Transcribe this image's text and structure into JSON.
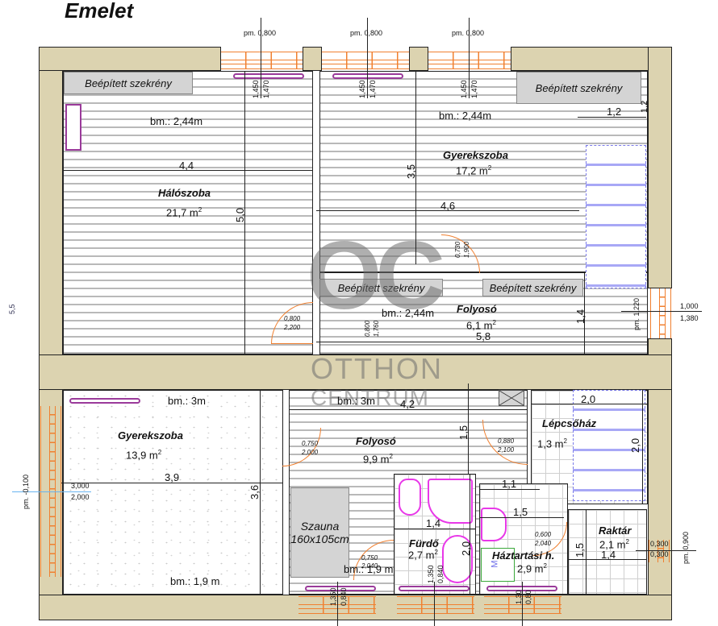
{
  "title": "Emelet",
  "rooms": [
    {
      "id": "haloszoba",
      "name": "Hálószoba",
      "area": "21,7 m",
      "area_unit_sup": "2",
      "wardrobe": "Beépített szekrény",
      "ceiling": "bm.: 2,44m",
      "width_dim": "4,4",
      "height_dim": "5,0"
    },
    {
      "id": "gyerekszoba1",
      "name": "Gyerekszoba",
      "area": "17,2 m",
      "area_unit_sup": "2",
      "wardrobe": "Beépített szekrény",
      "ceiling": "bm.: 2,44m",
      "width_dim": "4,6",
      "height_dim": "3,5",
      "closet_dim_w": "1,2",
      "closet_dim_h": "1,2"
    },
    {
      "id": "folyoso1",
      "name": "Folyosó",
      "area": "6,1 m",
      "area_unit_sup": "2",
      "wardrobe_left": "Beépített szekrény",
      "wardrobe_right": "Beépített szekrény",
      "ceiling": "bm.: 2,44m",
      "width_dim": "5,8",
      "height_dim": "1,4"
    },
    {
      "id": "gyerekszoba2",
      "name": "Gyerekszoba",
      "area": "13,9 m",
      "area_unit_sup": "2",
      "ceiling": "bm.: 3m",
      "ceiling_bottom": "bm.: 1,9 m",
      "width_dim": "3,9",
      "height_dim": "3,6"
    },
    {
      "id": "folyoso2",
      "name": "Folyosó",
      "area": "9,9 m",
      "area_unit_sup": "2",
      "ceiling": "bm.: 3m",
      "width_dim": "4,2",
      "height_dim": "1,5"
    },
    {
      "id": "lepcsohaz",
      "name": "Lépcsőház",
      "area": "1,3 m",
      "area_unit_sup": "2",
      "width_dim": "2,0",
      "height_dim": "2,0"
    },
    {
      "id": "szauna",
      "name": "Szauna",
      "size": "160x105cm",
      "ceiling": "bm.: 1,9 m"
    },
    {
      "id": "furdo",
      "name": "Fürdő",
      "area": "2,7 m",
      "area_unit_sup": "2",
      "width_dim": "1,4",
      "height_dim": "2,0"
    },
    {
      "id": "haztartasi",
      "name": "Háztartási h.",
      "area": "2,9 m",
      "area_unit_sup": "2",
      "width_dim_top": "1,1",
      "width_dim": "1,5",
      "washer_label": "M"
    },
    {
      "id": "raktar",
      "name": "Raktár",
      "area": "2,1 m",
      "area_unit_sup": "2",
      "width_dim": "1,4",
      "height_dim": "1,5"
    }
  ],
  "windows": {
    "top1": {
      "sill": "pm. 0,800",
      "w": "1,450",
      "h": "1,470"
    },
    "top2": {
      "sill": "pm. 0,800",
      "w": "1,450",
      "h": "1,470"
    },
    "top3": {
      "sill": "pm. 0,800",
      "w": "1,450",
      "h": "1,470"
    },
    "right_stair": {
      "sill": "pm. 1,220",
      "w": "1,000",
      "h": "1,380"
    },
    "left_door": {
      "sill": "pm. -0,100",
      "w": "3,000",
      "h": "2,000"
    },
    "right_raktar": {
      "sill": "pm. 0,900",
      "w": "0,300",
      "h": "0,300"
    },
    "bottom_sauna": {
      "w": "1,350",
      "h": "0,840"
    },
    "bottom_bath": {
      "w": "1,350",
      "h": "0,840"
    },
    "bottom_utility": {
      "w": "1,30",
      "h": "0,80"
    }
  },
  "doors": {
    "haloszoba": {
      "w": "0,800",
      "h": "2,200"
    },
    "gyerekszoba1": {
      "w": "0,730",
      "h": "1,900"
    },
    "folyoso_stair": {
      "w": "0,800",
      "h": "1,760"
    },
    "gyerekszoba2": {
      "w": "0,750",
      "h": "2,000"
    },
    "lepcsohaz": {
      "w": "0,880",
      "h": "2,100"
    },
    "furdo": {
      "w": "0,750",
      "h": "2,040"
    },
    "raktar": {
      "w": "0,600",
      "h": "2,040"
    }
  },
  "watermark": {
    "logo": "OC",
    "line1": "OTTHON",
    "line2": "CENTRUM"
  },
  "left_edge_label": "5,5"
}
